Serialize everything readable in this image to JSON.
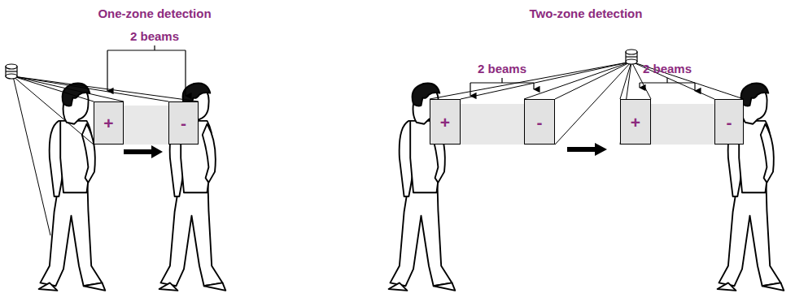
{
  "diagram": {
    "nodes": [
      {
        "text": [
          "+"
        ]
      },
      {
        "text": [
          "-"
        ]
      },
      {
        "text": [
          "+"
        ]
      },
      {
        "text": [
          "-"
        ]
      },
      {
        "text": [
          "+"
        ]
      },
      {
        "text": [
          "-"
        ]
      }
    ],
    "labels": [
      "One-zone detection",
      "2 beams",
      "Two-zone detection",
      "2 beams",
      "2 beams"
    ]
  }
}
